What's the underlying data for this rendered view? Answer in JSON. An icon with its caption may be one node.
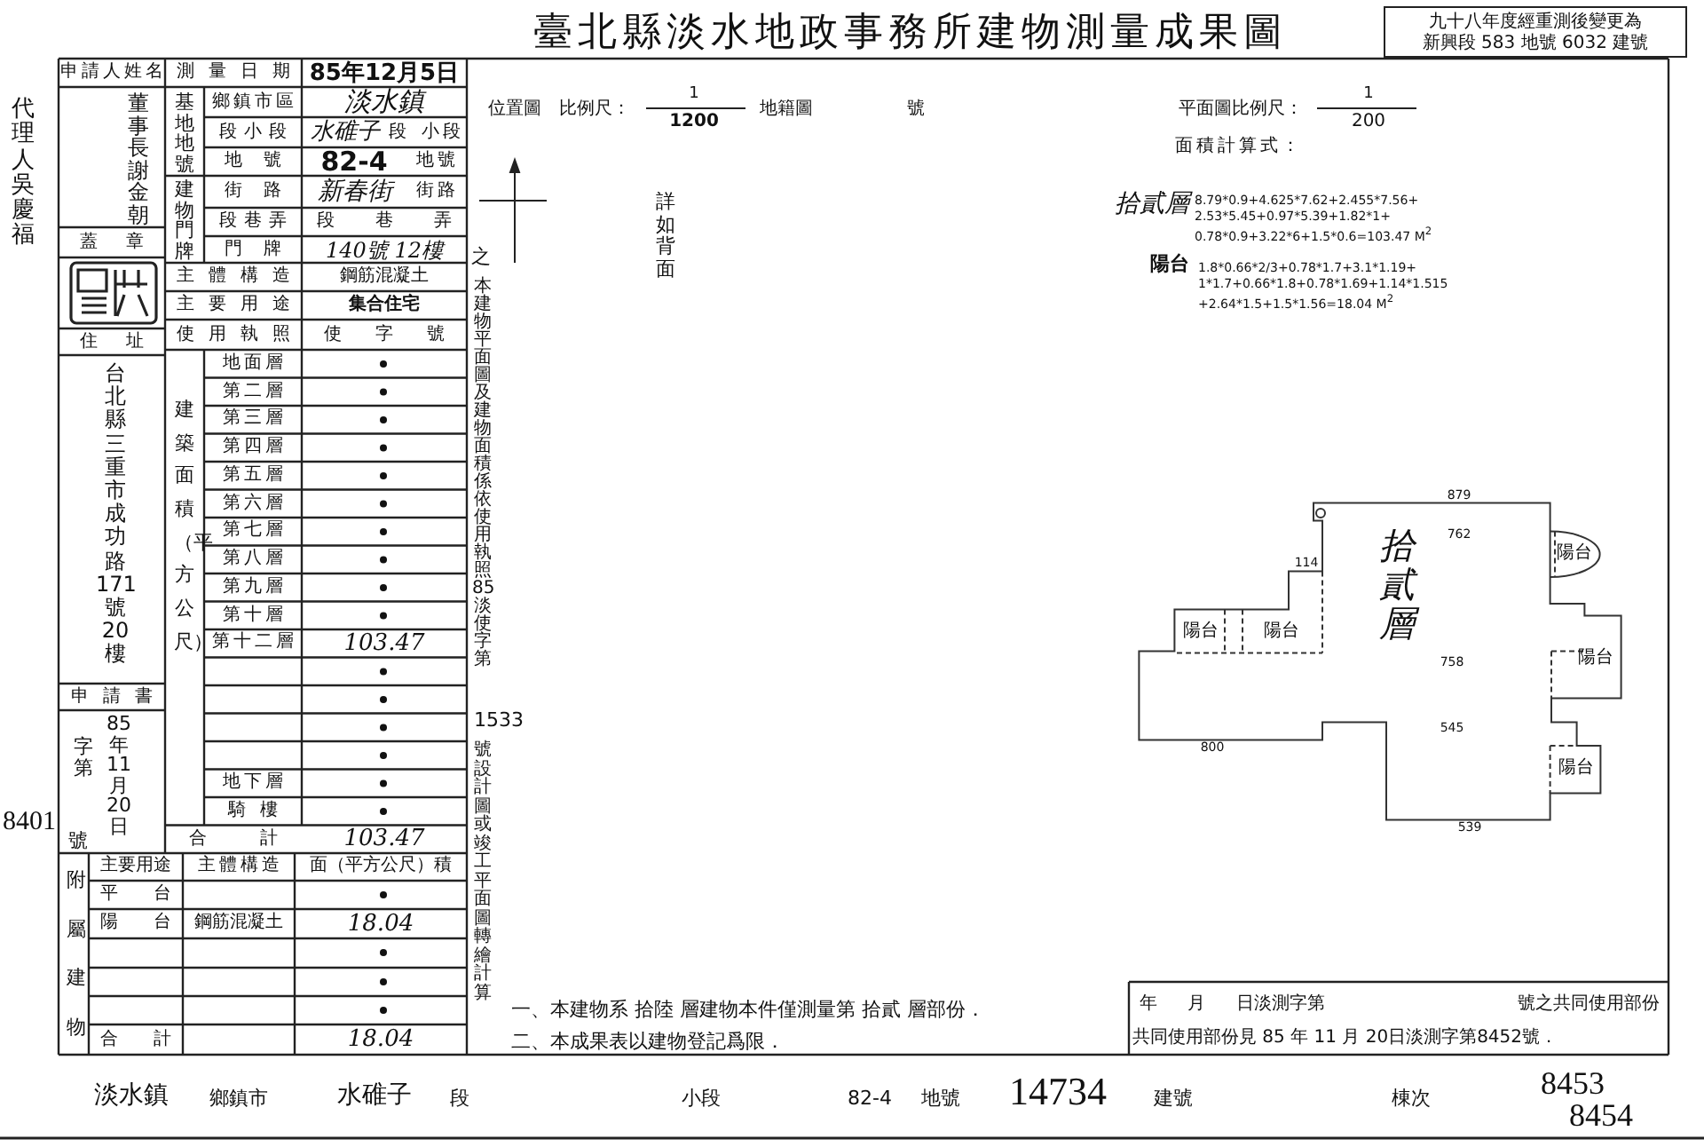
{
  "diagram": {
    "title": "臺北縣淡水地政事務所建物測量成果圖",
    "labels": [
      "九十八年度經重測後變更為",
      "新興段 583 地號 6032 建號",
      "代理人吳慶福",
      "申請人姓名",
      "董事長謝金朝",
      "蓋章",
      "住址",
      "台北縣三重市成功路171號20樓",
      "申請書",
      "字第",
      "85年11月20日",
      "8401",
      "號",
      "測量日期",
      "85年12月5日",
      "基地地號",
      "鄉鎮市區",
      "淡水鎮",
      "段小段",
      "水碓子",
      "段",
      "小段",
      "地號",
      "82-4",
      "地號",
      "建物門牌",
      "街路",
      "新春街",
      "街路",
      "段巷弄",
      "段 巷 弄",
      "門牌",
      "140號 12樓",
      "之",
      "主體構造",
      "鋼筋混凝土",
      "主要用途",
      "集合住宅",
      "使用執照",
      "使 字 號",
      "建築面積（平方公尺）",
      "地面層",
      "第二層",
      "第三層",
      "第四層",
      "第五層",
      "第六層",
      "第七層",
      "第八層",
      "第九層",
      "第十層",
      "第十二層",
      "103.47",
      "地下層",
      "騎樓",
      "合計",
      "103.47",
      "附屬建物",
      "主要用途",
      "主體構造",
      "面（平方公尺）積",
      "平台",
      "陽台",
      "鋼筋混凝土",
      "18.04",
      "合計",
      "18.04",
      "本建物平面圖及建物面積係依使用執照85淡使字第",
      "1533",
      "號設計圖或竣工平面圖轉繪計算",
      "位置圖",
      "比例尺：",
      "1",
      "1200",
      "地籍圖",
      "號",
      "詳如背面",
      "平面圖比例尺：",
      "1",
      "200",
      "面積計算式：",
      "拾貳層",
      "8.79*0.9+4.625*7.62+2.455*7.56+ 2.53*5.45+0.97*5.39+1.82*1+ 0.78*0.9+3.22*6+1.5*0.6=103.47 M$^{2}$",
      "陽台",
      "1.8*0.66*2/3+0.78*1.7+3.1*1.19+ 1*1.7+0.66*1.8+0.78*1.69+1.14*1.515 +2.64*1.5+1.5*1.56=18.04 M$^{2}$",
      "拾貳層",
      "879",
      "762",
      "114",
      "758",
      "800",
      "545",
      "539",
      "陽台",
      "陽台",
      "陽台",
      "陽台",
      "陽台",
      "一、本建物系 拾陸 層建物本件僅測量第 拾貳 層部份．",
      "二、本成果表以建物登記爲限．",
      "年 月 日淡測字第",
      "號之共同使用部份",
      "共同使用部份見 85 年 11 月 20日淡測字第8452號．",
      "淡水鎮",
      "鄉鎮市",
      "水碓子",
      "段",
      "小段",
      "82-4",
      "地號",
      "14734",
      "建號",
      "棟次",
      "8453",
      "8454"
    ]
  }
}
